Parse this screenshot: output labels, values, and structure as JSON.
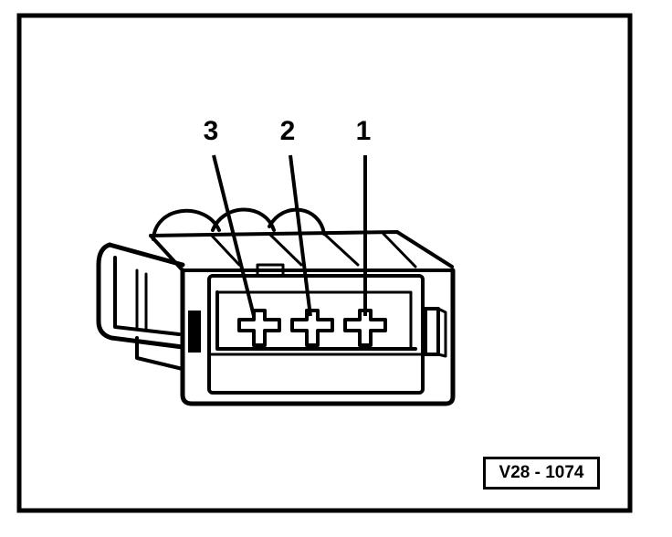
{
  "diagram": {
    "pins": [
      {
        "label": "3"
      },
      {
        "label": "2"
      },
      {
        "label": "1"
      }
    ],
    "reference_code": "V28 - 1074"
  },
  "colors": {
    "ink": "#000000",
    "paper": "#ffffff"
  }
}
